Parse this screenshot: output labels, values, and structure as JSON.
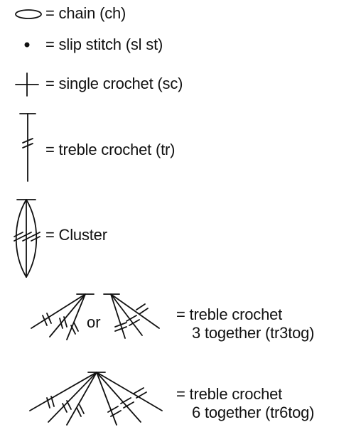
{
  "legend": {
    "items": [
      {
        "label": "= chain (ch)",
        "icon": "chain-oval"
      },
      {
        "label": "= slip stitch (sl st)",
        "icon": "dot"
      },
      {
        "label": "= single crochet (sc)",
        "icon": "cross"
      },
      {
        "label": "= treble crochet (tr)",
        "icon": "treble-stitch"
      },
      {
        "label": "= Cluster",
        "icon": "cluster"
      },
      {
        "label_line1": "= treble crochet",
        "label_line2": "3 together (tr3tog)",
        "icon": "tr3tog-fan",
        "or_text": "or"
      },
      {
        "label_line1": "= treble crochet",
        "label_line2": "6 together (tr6tog)",
        "icon": "tr6tog-fan"
      }
    ]
  }
}
